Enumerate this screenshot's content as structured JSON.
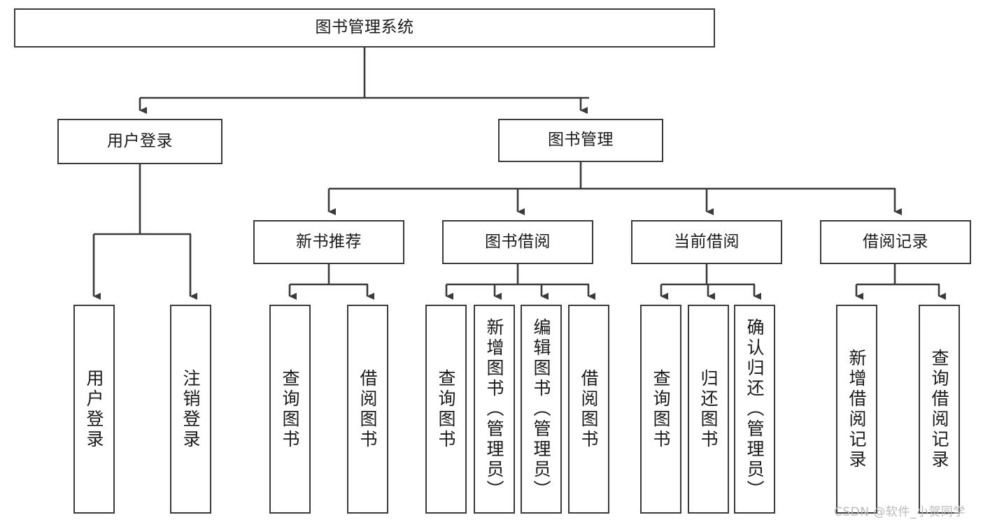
{
  "diagram": {
    "type": "tree-hierarchy-chart",
    "title": "图书管理系统",
    "watermark": "CSDN @软件_小贺同学",
    "colors": {
      "box_border": "#3a3a3a",
      "box_fill": "#ffffff",
      "connector": "#3a3a3a",
      "text": "#1a1a1a",
      "watermark": "#b9b9b9",
      "background": "#ffffff"
    },
    "levels": {
      "level1": [
        "图书管理系统"
      ],
      "level2": [
        "用户登录",
        "图书管理"
      ],
      "level3": [
        "新书推荐",
        "图书借阅",
        "当前借阅",
        "借阅记录"
      ],
      "level4": [
        "用户登录",
        "注销登录",
        "查询图书",
        "借阅图书",
        "查询图书",
        "新增图书（管理员）",
        "编辑图书（管理员）",
        "借阅图书",
        "查询图书",
        "归还图书",
        "确认归还（管理员）",
        "新增借阅记录",
        "查询借阅记录"
      ]
    },
    "nodes": {
      "root": {
        "label": "图书管理系统"
      },
      "user_login": {
        "label": "用户登录"
      },
      "book_manage": {
        "label": "图书管理"
      },
      "new_book_rec": {
        "label": "新书推荐"
      },
      "book_borrow": {
        "label": "图书借阅"
      },
      "current_borrow": {
        "label": "当前借阅"
      },
      "borrow_record": {
        "label": "借阅记录"
      },
      "leaf_user_login": {
        "label": "用户登录"
      },
      "leaf_logout": {
        "label": "注销登录"
      },
      "leaf_query_book_a": {
        "label": "查询图书"
      },
      "leaf_borrow_book_a": {
        "label": "借阅图书"
      },
      "leaf_query_book_b": {
        "label": "查询图书"
      },
      "leaf_add_book": {
        "label": "新增图书（管理员）"
      },
      "leaf_edit_book": {
        "label": "编辑图书（管理员）"
      },
      "leaf_borrow_book_b": {
        "label": "借阅图书"
      },
      "leaf_query_book_c": {
        "label": "查询图书"
      },
      "leaf_return_book": {
        "label": "归还图书"
      },
      "leaf_confirm_return": {
        "label": "确认归还（管理员）"
      },
      "leaf_add_record": {
        "label": "新增借阅记录"
      },
      "leaf_query_record": {
        "label": "查询借阅记录"
      }
    }
  }
}
